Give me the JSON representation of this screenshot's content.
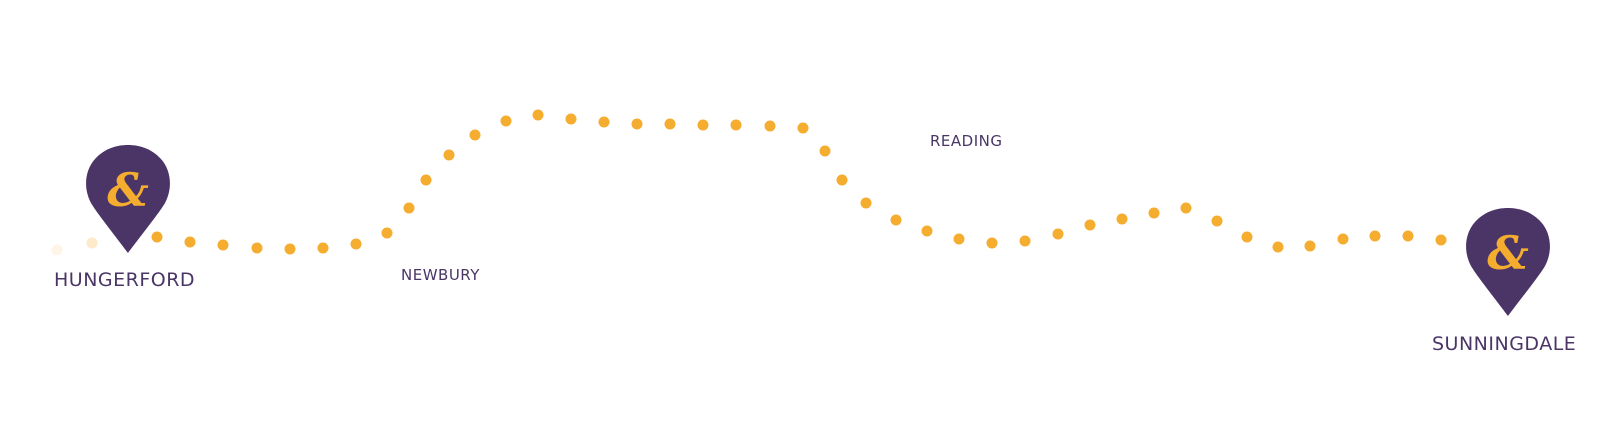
{
  "route": {
    "colors": {
      "pin": "#4a3566",
      "dots": "#f5ad2f",
      "labels": "#4a3566"
    },
    "pin_icon": "ampersand-map-pin-icon",
    "pin_symbol": "&",
    "towns": [
      {
        "name": "HUNGERFORD",
        "type": "endpoint"
      },
      {
        "name": "NEWBURY",
        "type": "waypoint"
      },
      {
        "name": "READING",
        "type": "waypoint"
      },
      {
        "name": "SUNNINGDALE",
        "type": "endpoint"
      }
    ]
  }
}
